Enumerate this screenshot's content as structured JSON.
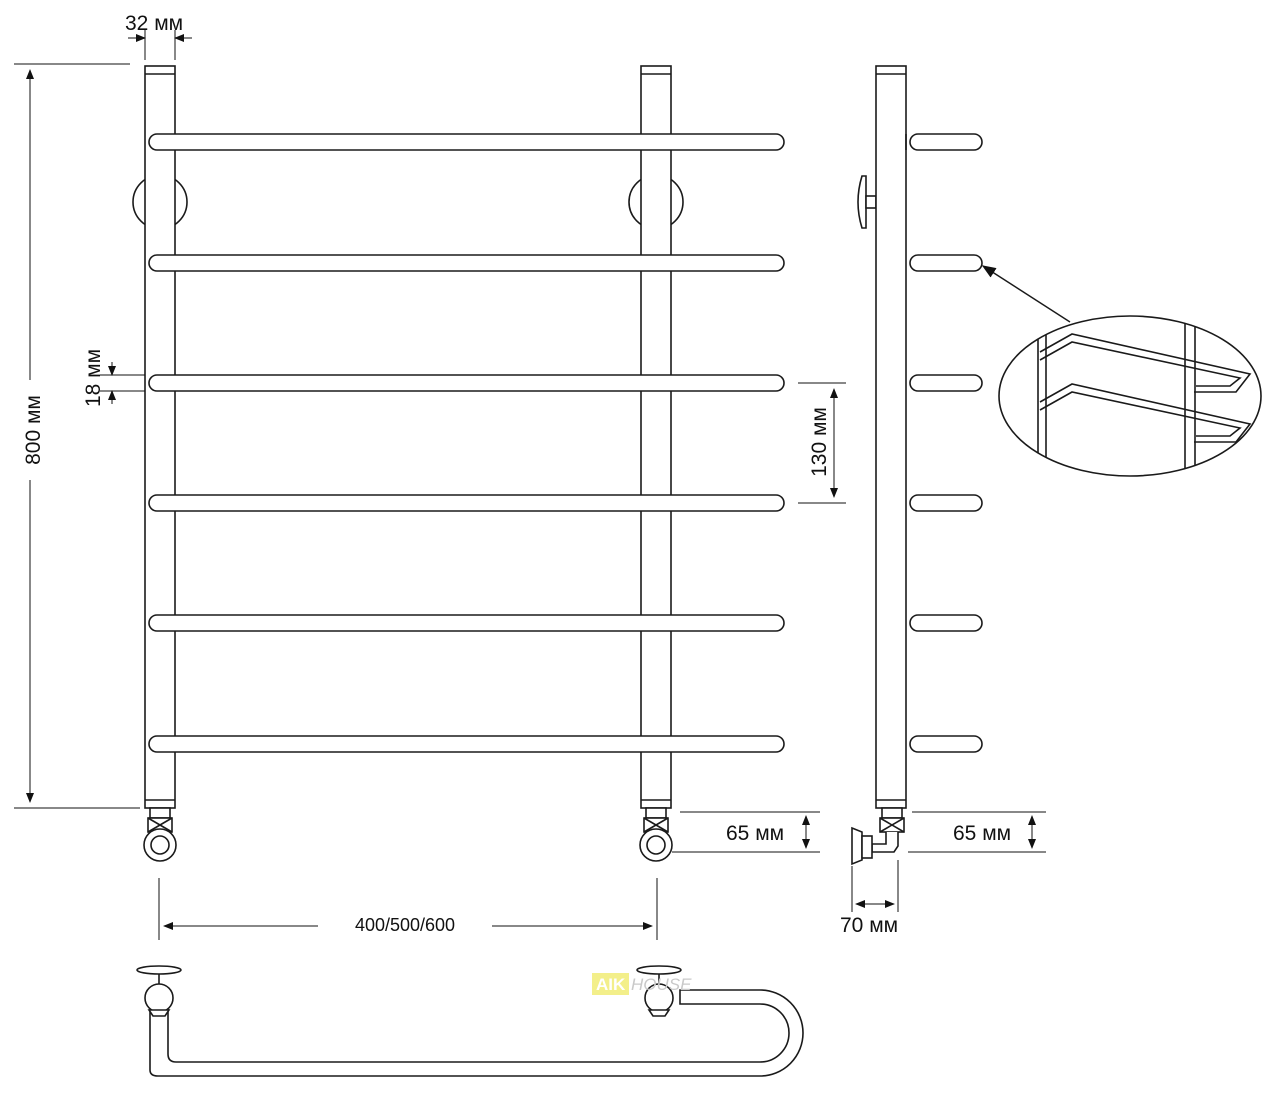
{
  "dimensions": {
    "pipe_width": "32 мм",
    "height": "800 мм",
    "rung_diameter": "18 мм",
    "rung_spacing": "130 мм",
    "connection_offset_front": "65 мм",
    "connection_offset_side": "65 мм",
    "wall_distance": "70 мм",
    "center_distance": "400/500/600"
  },
  "watermark": {
    "brand_part1": "AIK",
    "brand_part2": "HOUSE",
    "highlight_color": "#f3ef8a"
  },
  "colors": {
    "line": "#1a1a1a",
    "fill": "#ffffff"
  }
}
